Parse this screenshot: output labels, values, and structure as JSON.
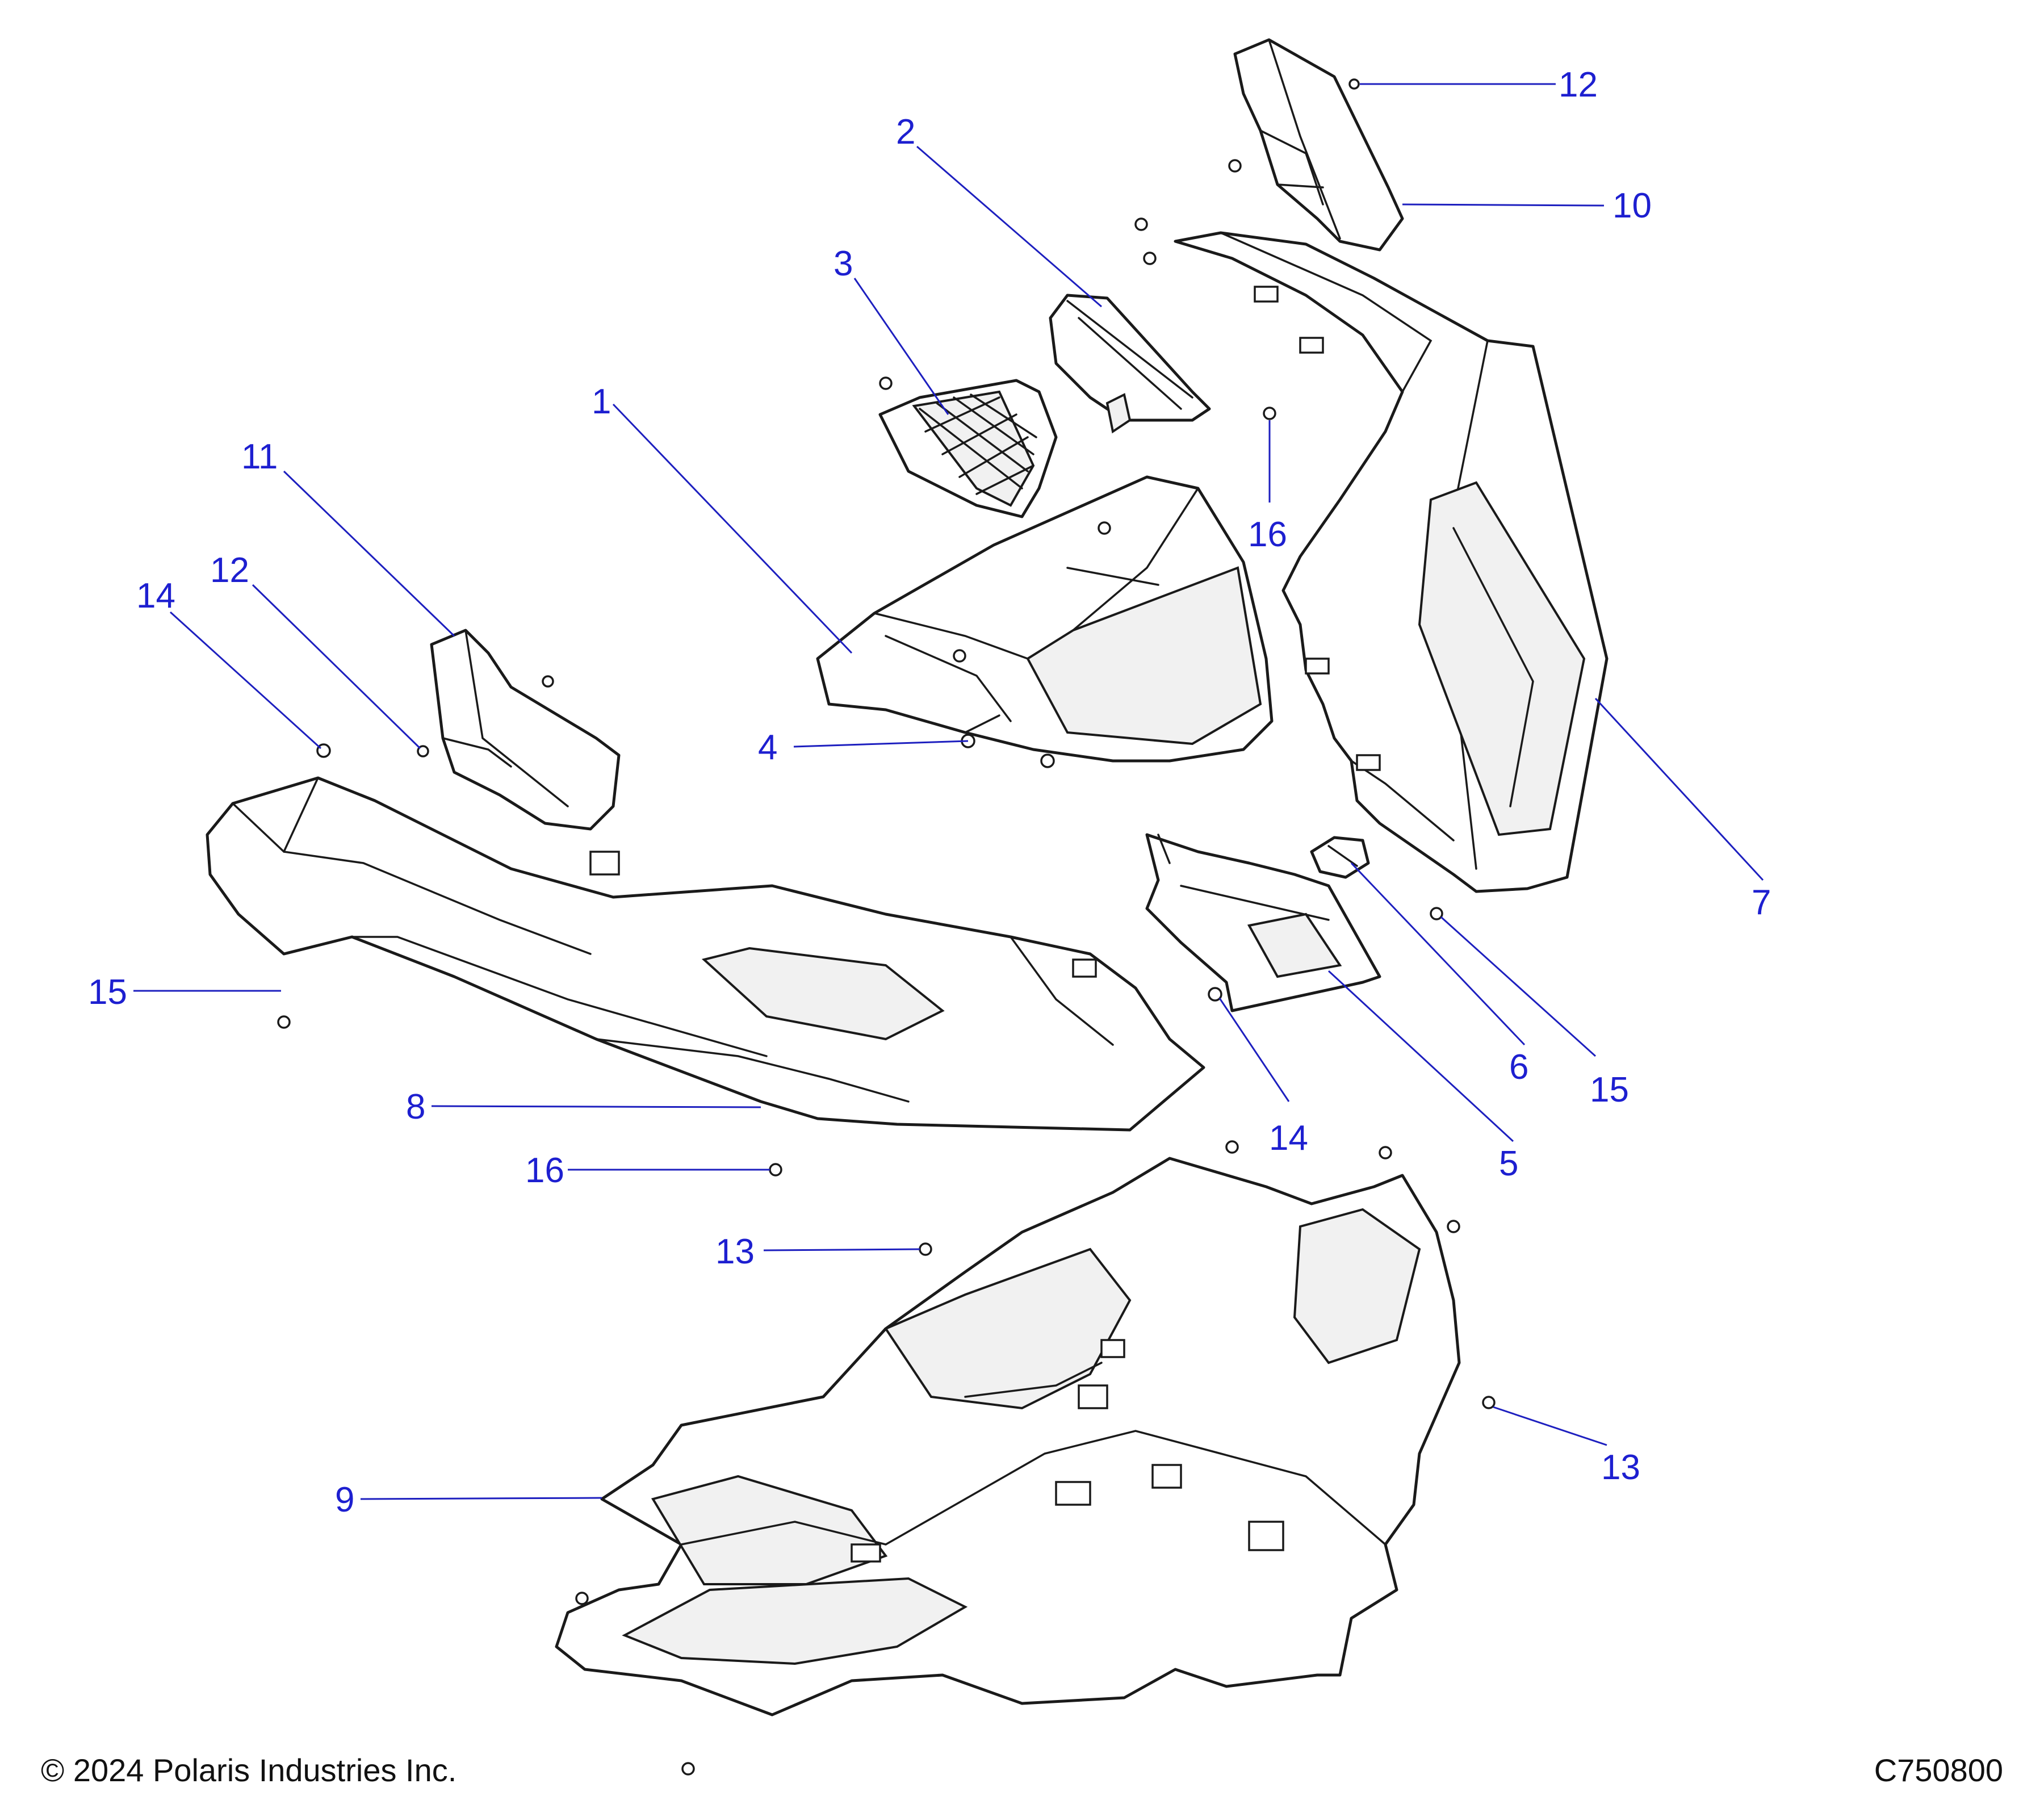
{
  "callouts": [
    {
      "id": "c1",
      "label": "1"
    },
    {
      "id": "c2",
      "label": "2"
    },
    {
      "id": "c3",
      "label": "3"
    },
    {
      "id": "c4",
      "label": "4"
    },
    {
      "id": "c5",
      "label": "5"
    },
    {
      "id": "c6",
      "label": "6"
    },
    {
      "id": "c7",
      "label": "7"
    },
    {
      "id": "c8",
      "label": "8"
    },
    {
      "id": "c9",
      "label": "9"
    },
    {
      "id": "c10",
      "label": "10"
    },
    {
      "id": "c11",
      "label": "11"
    },
    {
      "id": "c12a",
      "label": "12"
    },
    {
      "id": "c12b",
      "label": "12"
    },
    {
      "id": "c13a",
      "label": "13"
    },
    {
      "id": "c13b",
      "label": "13"
    },
    {
      "id": "c14a",
      "label": "14"
    },
    {
      "id": "c14b",
      "label": "14"
    },
    {
      "id": "c15a",
      "label": "15"
    },
    {
      "id": "c15b",
      "label": "15"
    },
    {
      "id": "c16a",
      "label": "16"
    },
    {
      "id": "c16b",
      "label": "16"
    }
  ],
  "footer": {
    "copyright": "© 2024 Polaris Industries Inc.",
    "figure_code": "C750800"
  },
  "colors": {
    "callout": "#1d1fd0",
    "leader": "#1d1fbf",
    "line_art": "#1a1a1a",
    "background": "#ffffff"
  }
}
